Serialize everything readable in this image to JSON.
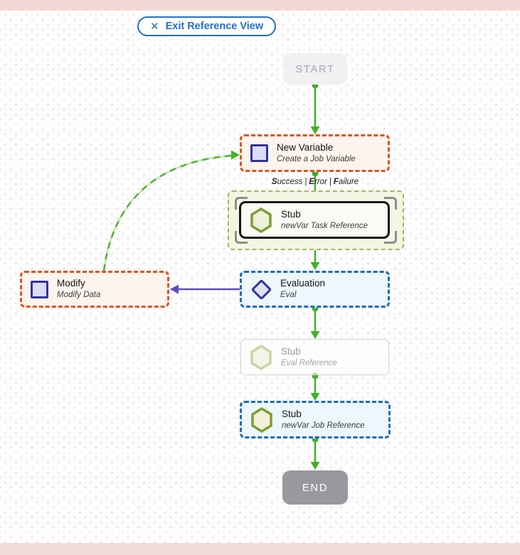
{
  "toolbar": {
    "exit_button_label": "Exit Reference View",
    "close_icon": "✕"
  },
  "nodes": {
    "start": {
      "label": "START"
    },
    "new_variable": {
      "title": "New Variable",
      "subtitle": "Create a Job Variable"
    },
    "stub_task": {
      "title": "Stub",
      "subtitle": "newVar Task Reference"
    },
    "evaluation": {
      "title": "Evaluation",
      "subtitle": "Eval"
    },
    "modify": {
      "title": "Modify",
      "subtitle": "Modify Data"
    },
    "stub_eval": {
      "title": "Stub",
      "subtitle": "Eval Reference"
    },
    "stub_job": {
      "title": "Stub",
      "subtitle": "newVar Job Reference"
    },
    "end": {
      "label": "END"
    }
  },
  "edge_label": {
    "word1": "Success",
    "word2": "Error",
    "word3": "Failure",
    "separator": "|"
  },
  "colors": {
    "edge_green": "#41b02a",
    "edge_green_halo": "#cde7bd",
    "edge_purple": "#5b50ba",
    "border_orange": "#dd5420",
    "border_blue": "#1a6cbe",
    "group_olive_border": "#a9b263",
    "group_olive_bg": "#f3f6e3",
    "node_cream_bg": "#fcf4ed",
    "node_blue_bg": "#edf7fc",
    "icon_indigo": "#32329b",
    "icon_indigo_fill": "#dddcf5",
    "hex_olive": "#7e9d36",
    "hex_fill": "#eef0d9",
    "button_blue": "#2270c8",
    "band_pink": "#f1d6d3",
    "end_gray": "#98989e"
  }
}
